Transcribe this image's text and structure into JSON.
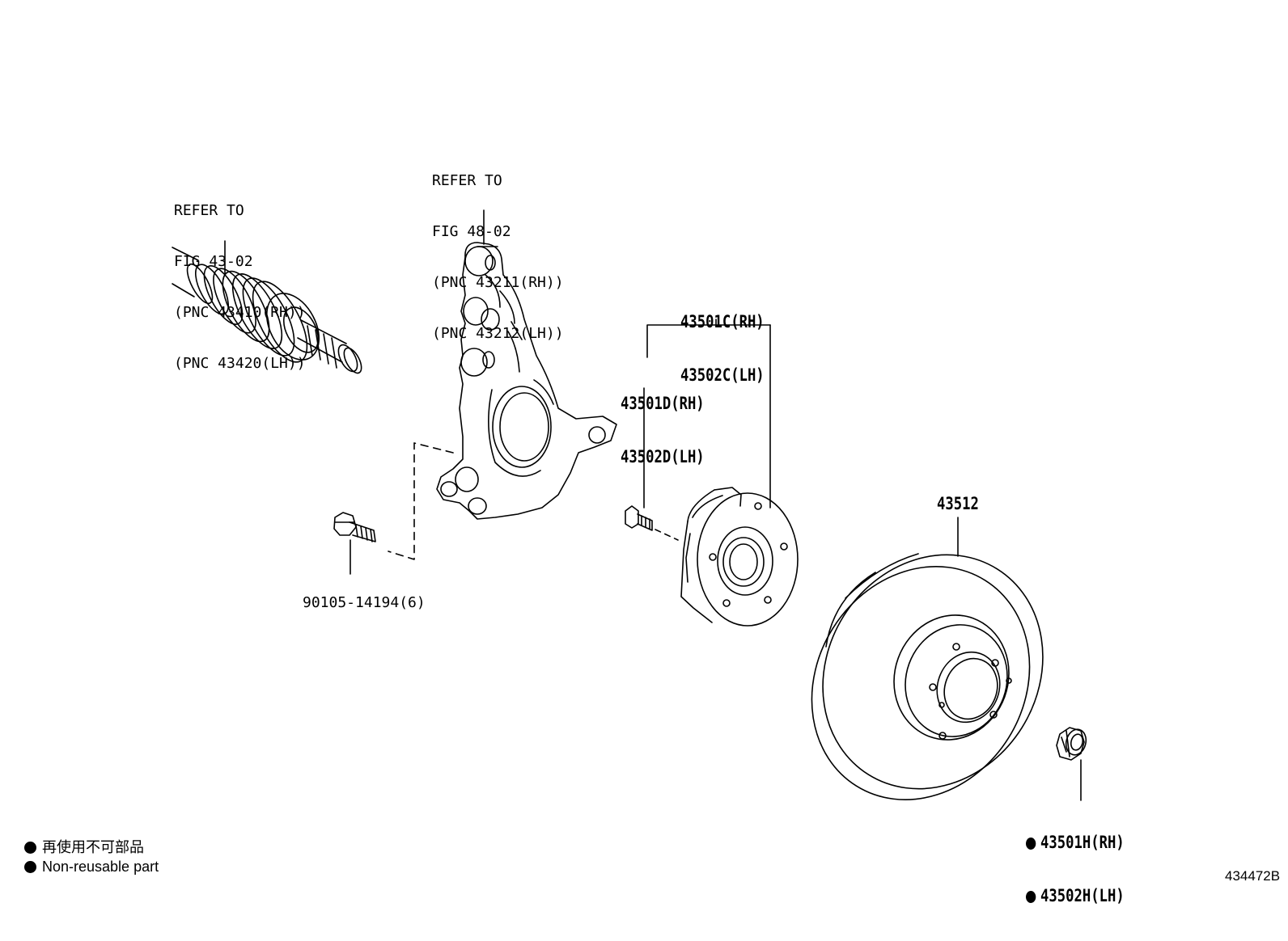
{
  "diagram": {
    "refers": [
      {
        "lines": [
          "REFER TO",
          "FIG 43-02",
          "(PNC 43410(RH))",
          "(PNC 43420(LH))"
        ]
      },
      {
        "lines": [
          "REFER TO",
          "FIG 48-02",
          "(PNC 43211(RH))",
          "(PNC 43212(LH))"
        ]
      }
    ],
    "parts": {
      "hub_assy": [
        "43501C(RH)",
        "43502C(LH)"
      ],
      "hub_bolt": [
        "43501D(RH)",
        "43502D(LH)"
      ],
      "knuckle_bolt": "90105-14194(6)",
      "disc": "43512",
      "nut": [
        "43501H(RH)",
        "43502H(LH)"
      ]
    },
    "legend": {
      "jp": "再使用不可部品",
      "en": "Non-reusable part"
    },
    "figure_number": "434472B"
  }
}
